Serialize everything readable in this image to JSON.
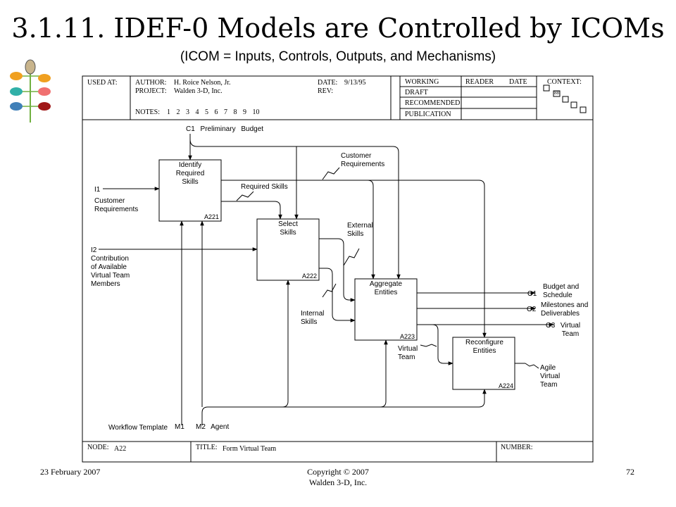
{
  "slide": {
    "title": "3.1.11. IDEF-0 Models are Controlled by ICOMs",
    "subtitle": "(ICOM = Inputs, Controls, Outputs, and Mechanisms)",
    "footer_date": "23 February 2007",
    "footer_copyright_1": "Copyright © 2007",
    "footer_copyright_2": "Walden 3-D, Inc.",
    "page_number": "72"
  },
  "form_header": {
    "used_at_label": "USED AT:",
    "author_label": "AUTHOR:",
    "author": "H. Roice Nelson, Jr.",
    "project_label": "PROJECT:",
    "project": "Walden 3-D, Inc.",
    "date_label": "DATE:",
    "date": "9/13/95",
    "rev_label": "REV:",
    "notes_label": "NOTES:",
    "notes_numbers": "1 2 3 4 5 6 7 8 9 10",
    "status_working": "WORKING",
    "status_draft": "DRAFT",
    "status_recommended": "RECOMMENDED",
    "status_publication": "PUBLICATION",
    "reader_label": "READER",
    "reader_date_label": "DATE",
    "context_label": "CONTEXT:",
    "context_code": "88"
  },
  "form_footer": {
    "node_label": "NODE:",
    "node": "A22",
    "title_label": "TITLE:",
    "title": "Form Virtual Team",
    "number_label": "NUMBER:"
  },
  "boxes": {
    "identify": {
      "name": "Identify Required Skills",
      "l1": "Identify",
      "l2": "Required",
      "l3": "Skills",
      "id": "A221"
    },
    "select": {
      "name": "Select Skills",
      "l1": "Select",
      "l2": "Skills",
      "id": "A222"
    },
    "aggregate": {
      "name": "Aggregate Entities",
      "l1": "Aggregate",
      "l2": "Entities",
      "id": "A223"
    },
    "reconfigure": {
      "name": "Reconfigure Entities",
      "l1": "Reconfigure",
      "l2": "Entities",
      "id": "A224"
    }
  },
  "arrows": {
    "c1": "C1 Preliminary Budget",
    "i1_code": "I1",
    "i1_l1": "Customer",
    "i1_l2": "Requirements",
    "i2_code": "I2",
    "i2_l1": "Contribution",
    "i2_l2": "of Available",
    "i2_l3": "Virtual Team",
    "i2_l4": "Members",
    "cust_l1": "Customer",
    "cust_l2": "Requirements",
    "required_skills": "Required Skills",
    "external_l1": "External",
    "external_l2": "Skills",
    "internal_l1": "Internal",
    "internal_l2": "Skills",
    "o1_code": "O1",
    "o1_l1": "Budget and",
    "o1_l2": "Schedule",
    "o2_code": "O2",
    "o2_l1": "Milestones and",
    "o2_l2": "Deliverables",
    "o3_code": "O3",
    "o3_l1": "Virtual",
    "o3_l2": "Team",
    "vt_l1": "Virtual",
    "vt_l2": "Team",
    "agile_l1": "Agile",
    "agile_l2": "Virtual",
    "agile_l3": "Team",
    "m1_label": "Workflow Template",
    "m1_code": "M1",
    "m2": "M2 Agent"
  },
  "colors": {
    "logo_tan": "#c8b48c",
    "logo_orange": "#f0a020",
    "logo_teal": "#30b0a8",
    "logo_salmon": "#f07070",
    "logo_blue": "#4080b8",
    "logo_red": "#a01818",
    "logo_stem": "#70b040"
  }
}
